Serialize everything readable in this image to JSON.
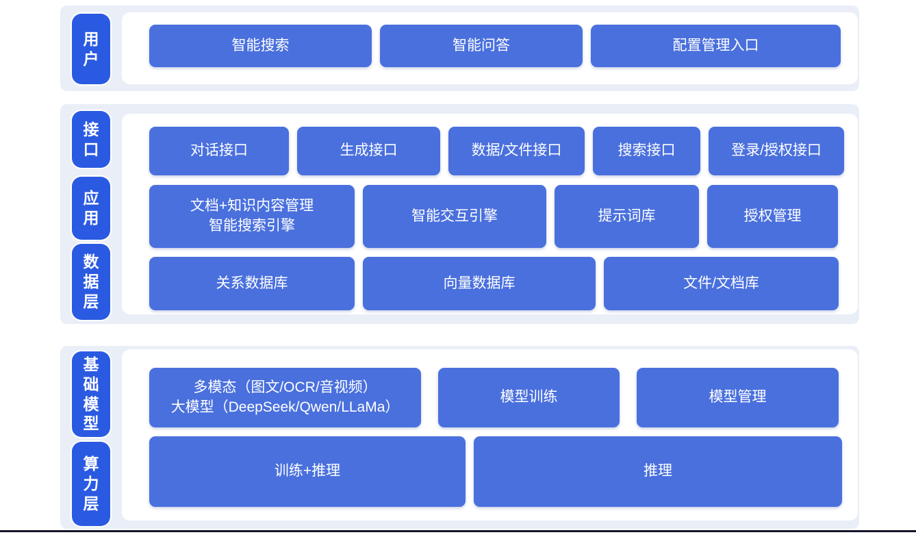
{
  "page": {
    "background": "#ffffff",
    "bottom_line_color": "#14142a"
  },
  "colors": {
    "band_background": "#e9eef7",
    "layer_pill_blue": "#2b5ae2",
    "box_blue": "#4a70dd",
    "text_white": "#ffffff"
  },
  "groups": [
    {
      "name": "user-layer",
      "pills": [
        {
          "name": "user",
          "label": "用户"
        }
      ],
      "rows": [
        {
          "items": [
            {
              "name": "smart-search",
              "label": "智能搜索"
            },
            {
              "name": "smart-qa",
              "label": "智能问答"
            },
            {
              "name": "config-management-entry",
              "label": "配置管理入口"
            }
          ]
        }
      ]
    },
    {
      "name": "interface-application-data-layers",
      "pills": [
        {
          "name": "interface",
          "label": "接口"
        },
        {
          "name": "application",
          "label": "应用"
        },
        {
          "name": "data-layer",
          "label": "数据层"
        }
      ],
      "rows": [
        {
          "items": [
            {
              "name": "dialog-api",
              "label": "对话接口"
            },
            {
              "name": "generation-api",
              "label": "生成接口"
            },
            {
              "name": "data-file-api",
              "label": "数据/文件接口"
            },
            {
              "name": "search-api",
              "label": "搜索接口"
            },
            {
              "name": "login-auth-api",
              "label": "登录/授权接口"
            }
          ]
        },
        {
          "items": [
            {
              "name": "doc-knowledge-content-search-engine",
              "lines": [
                "文档+知识内容管理",
                "智能搜索引擎"
              ]
            },
            {
              "name": "intelligent-interaction-engine",
              "label": "智能交互引擎"
            },
            {
              "name": "prompt-library",
              "label": "提示词库"
            },
            {
              "name": "authorization-management",
              "label": "授权管理"
            }
          ]
        },
        {
          "items": [
            {
              "name": "relational-database",
              "label": "关系数据库"
            },
            {
              "name": "vector-database",
              "label": "向量数据库"
            },
            {
              "name": "file-document-store",
              "label": "文件/文档库"
            }
          ]
        }
      ]
    },
    {
      "name": "foundation-model-compute-layers",
      "pills": [
        {
          "name": "foundation-model",
          "label": "基础模型"
        },
        {
          "name": "compute-layer",
          "label": "算力层"
        }
      ],
      "rows": [
        {
          "items": [
            {
              "name": "multimodal-large-model",
              "lines": [
                "多模态（图文/OCR/音视频）",
                "大模型（DeepSeek/Qwen/LLaMa）"
              ]
            },
            {
              "name": "model-training",
              "label": "模型训练"
            },
            {
              "name": "model-management",
              "label": "模型管理"
            }
          ]
        },
        {
          "items": [
            {
              "name": "training-plus-inference",
              "label": "训练+推理"
            },
            {
              "name": "inference",
              "label": "推理"
            }
          ]
        }
      ]
    }
  ]
}
